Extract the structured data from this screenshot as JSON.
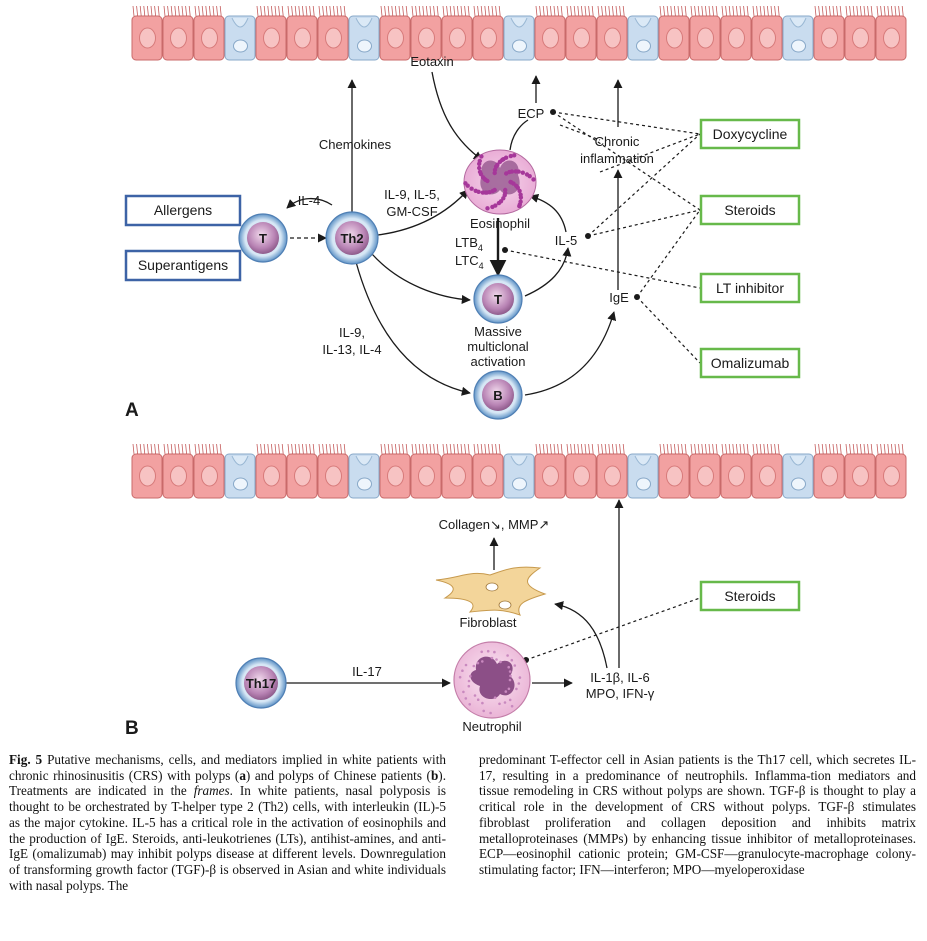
{
  "panel_a": {
    "label": "A",
    "cells": {
      "t": "T",
      "th2": "Th2",
      "t_activated": "T",
      "b": "B"
    },
    "boxes": {
      "allergens": "Allergens",
      "superantigens": "Superantigens"
    },
    "treatments": {
      "doxycycline": "Doxycycline",
      "steroids": "Steroids",
      "lt_inhibitor": "LT inhibitor",
      "omalizumab": "Omalizumab"
    },
    "labels": {
      "eotaxin": "Eotaxin",
      "ecp": "ECP",
      "chronic_1": "Chronic",
      "chronic_2": "inflammation",
      "chemokines": "Chemokines",
      "il4": "IL-4",
      "il9_1": "IL-9, IL-5,",
      "il9_2": "GM-CSF",
      "eosinophil": "Eosinophil",
      "ltb": "LTB",
      "ltb_sub": "4",
      "ltc": "LTC",
      "ltc_sub": "4",
      "il5": "IL-5",
      "ige": "IgE",
      "massive_1": "Massive",
      "massive_2": "multiclonal",
      "massive_3": "activation",
      "il13_1": "IL-9,",
      "il13_2": "IL-13, IL-4"
    }
  },
  "panel_b": {
    "label": "B",
    "cells": {
      "th17": "Th17"
    },
    "treatments": {
      "steroids": "Steroids"
    },
    "labels": {
      "collagen": "Collagen↘, MMP↗",
      "fibroblast": "Fibroblast",
      "il17": "IL-17",
      "neutrophil": "Neutrophil",
      "il1": "IL-1β, IL-6",
      "mpo": "MPO, IFN-γ"
    }
  },
  "caption": {
    "fig_label": "Fig. 5",
    "left_a": " Putative mechanisms, cells, and mediators implied in white patients with chronic rhinosinusitis (CRS) with polyps (",
    "left_a_bold": "a",
    "left_b": ") and polyps of Chinese patients (",
    "left_b_bold": "b",
    "left_c": "). Treatments are indicated in the ",
    "left_c_italic": "frames",
    "left_d": ". In white patients, nasal polyposis is thought to be orchestrated by T-helper type 2 (Th2) cells, with interleukin (IL)-5 as the major cytokine. IL-5 has a critical role in the activation of eosinophils and the production of IgE. Steroids, anti-leukotrienes (LTs), antihist-amines, and anti-IgE (omalizumab) may inhibit polyps disease at different levels. Downregulation of transforming growth factor (TGF)-β is observed in Asian and white individuals with nasal polyps. The",
    "right": "predominant T-effector cell in Asian patients is the Th17 cell, which secretes IL-17, resulting in a predominance of neutrophils. Inflamma-tion mediators and tissue remodeling in CRS without polyps are shown. TGF-β is thought to play a critical role in the development of CRS without polyps. TGF-β stimulates fibroblast proliferation and collagen deposition and inhibits matrix metalloproteinases (MMPs) by enhancing tissue inhibitor of metalloproteinases. ECP—eosinophil cationic protein; GM-CSF—granulocyte-macrophage colony-stimulating factor; IFN—interferon; MPO—myeloperoxidase"
  },
  "colors": {
    "epithelium_red": "#f2a1a1",
    "epithelium_blue": "#c9dcef",
    "treatment_frame": "#67b94a",
    "stimulus_frame": "#3d63a6",
    "cell_ring": "#6ea0cf",
    "cell_core": "#c79ac2"
  }
}
